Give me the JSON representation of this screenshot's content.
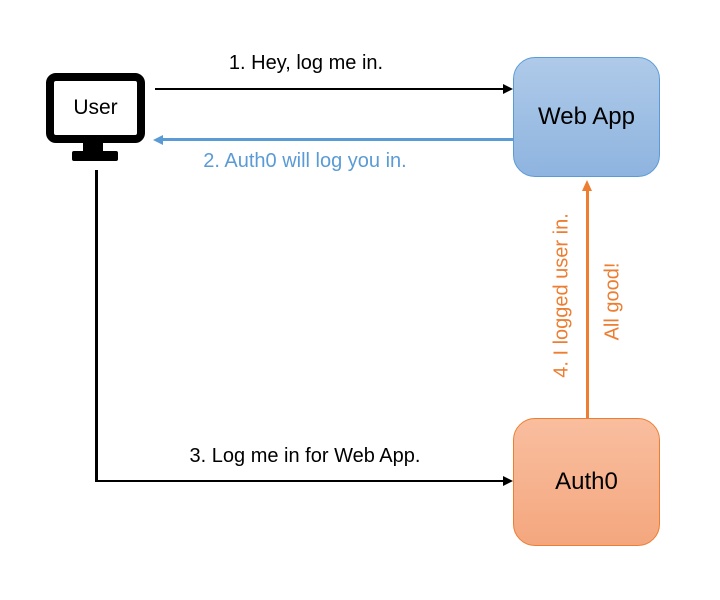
{
  "colors": {
    "background": "#FFFFFF",
    "black": "#000000",
    "blue": "#5B9BD5",
    "orange": "#ED7D31",
    "webapp_border": "#5B9BD5",
    "webapp_fill_top": "#AFCAE9",
    "webapp_fill_bottom": "#8EB4DF",
    "auth0_border": "#ED7D31",
    "auth0_fill_top": "#F9BE9F",
    "auth0_fill_bottom": "#F4A77E"
  },
  "nodes": {
    "user": {
      "label": "User"
    },
    "web_app": {
      "label": "Web App"
    },
    "auth0": {
      "label": "Auth0"
    }
  },
  "messages": [
    {
      "step": "1",
      "label": "1. Hey, log me in.",
      "from": "User",
      "to": "Web App",
      "color": "#000000"
    },
    {
      "step": "2",
      "label": "2. Auth0 will log you in.",
      "from": "Web App",
      "to": "User",
      "color": "#5B9BD5"
    },
    {
      "step": "3",
      "label": "3. Log me in for Web App.",
      "from": "User",
      "to": "Auth0",
      "color": "#000000"
    },
    {
      "step": "4",
      "label": "4. I logged user in.",
      "from": "Auth0",
      "to": "Web App",
      "color": "#ED7D31"
    },
    {
      "step": "4",
      "label": "All good!",
      "from": "Auth0",
      "to": "Web App",
      "color": "#ED7D31"
    }
  ]
}
